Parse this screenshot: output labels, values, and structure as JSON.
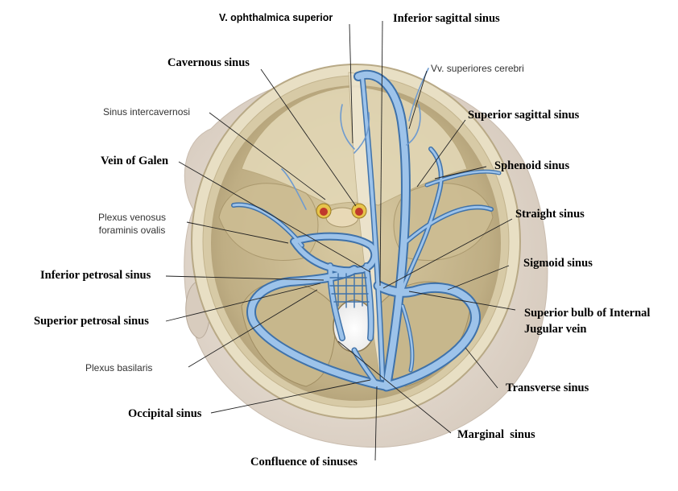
{
  "labels": {
    "v_ophthalmica": "V. ophthalmica superior",
    "inferior_sagittal": "Inferior sagittal sinus",
    "cavernous": "Cavernous sinus",
    "vv_superiores": "Vv. superiores cerebri",
    "sinus_intercavernosi": "Sinus intercavernosi",
    "superior_sagittal": "Superior sagittal sinus",
    "vein_of_galen": "Vein of Galen",
    "sphenoid": "Sphenoid sinus",
    "plexus_venosus_1": "Plexus venosus",
    "plexus_venosus_2": "foraminis ovalis",
    "straight": "Straight sinus",
    "sigmoid": "Sigmoid sinus",
    "inferior_petrosal": "Inferior petrosal sinus",
    "superior_bulb_1": "Superior bulb of Internal",
    "superior_bulb_2": "Jugular vein",
    "superior_petrosal": "Superior petrosal sinus",
    "plexus_basilaris": "Plexus basilaris",
    "transverse": "Transverse sinus",
    "occipital": "Occipital sinus",
    "marginal": "Marginal  sinus",
    "confluence": "Confluence of sinuses"
  },
  "colors": {
    "vein_fill": "#9dc3ea",
    "vein_stroke": "#3f72aa",
    "bone_rim": "#e8dfc4",
    "fossa": "#c9b98f",
    "skin": "#e6ddd2"
  }
}
